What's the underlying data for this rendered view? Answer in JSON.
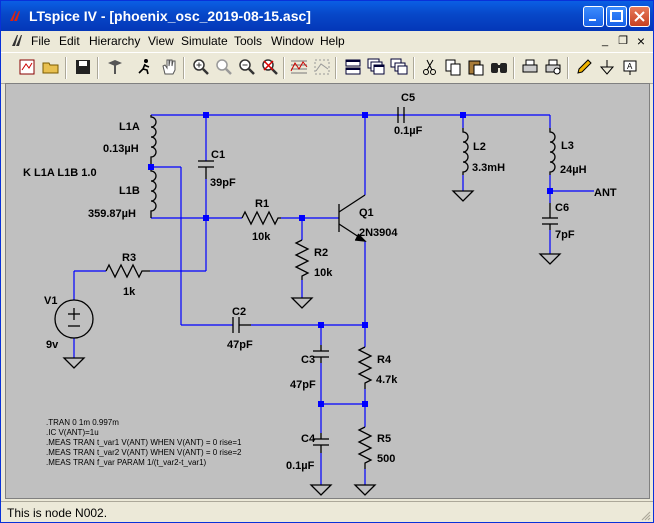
{
  "window": {
    "title": "LTspice IV - [phoenix_osc_2019-08-15.asc]"
  },
  "menu": [
    "File",
    "Edit",
    "Hierarchy",
    "View",
    "Simulate",
    "Tools",
    "Window",
    "Help"
  ],
  "mdi": {
    "minimize": "_",
    "restore": "❐",
    "close": "×"
  },
  "toolbar_icons": [
    "new-schematic-icon",
    "open-icon",
    "save-icon",
    "control-panel-icon",
    "run-icon",
    "pan-icon",
    "zoom-in-icon",
    "zoom-area-icon",
    "zoom-out-icon",
    "zoom-cancel-icon",
    "waveform-icon",
    "waveform-autoscale-icon",
    "tile-horizontal-icon",
    "cascade-icon",
    "tile-vertical-icon",
    "cut-icon",
    "copy-icon",
    "paste-icon",
    "find-icon",
    "print-icon",
    "print-preview-icon",
    "pencil-icon",
    "ground-icon",
    "label-icon"
  ],
  "schematic": {
    "labels": {
      "L1A": "L1A",
      "L1A_val": "0.13µH",
      "K": "K L1A L1B 1.0",
      "L1B": "L1B",
      "L1B_val": "359.87µH",
      "C1": "C1",
      "C1_val": "39pF",
      "C5": "C5",
      "C5_val": "0.1µF",
      "L2": "L2",
      "L2_val": "3.3mH",
      "L3": "L3",
      "L3_val": "24µH",
      "ANT": "ANT",
      "C6": "C6",
      "C6_val": "7pF",
      "R1": "R1",
      "R1_val": "10k",
      "Q1": "Q1",
      "Q1_val": "2N3904",
      "R2": "R2",
      "R2_val": "10k",
      "R3": "R3",
      "R3_val": "1k",
      "V1": "V1",
      "V1_val": "9v",
      "C2": "C2",
      "C2_val": "47pF",
      "C3": "C3",
      "C3_val": "47pF",
      "R4": "R4",
      "R4_val": "4.7k",
      "C4": "C4",
      "C4_val": "0.1µF",
      "R5": "R5",
      "R5_val": "500"
    },
    "directives": [
      ".TRAN 0 1m 0.997m",
      ".IC V(ANT)=1u",
      ".MEAS TRAN t_var1 V(ANT) WHEN V(ANT) = 0 rise=1",
      ".MEAS TRAN t_var2 V(ANT) WHEN V(ANT) = 0 rise=2",
      ".MEAS TRAN f_var PARAM 1/(t_var2-t_var1)"
    ]
  },
  "status": {
    "text": "This is node N002."
  },
  "colors": {
    "wire": "#0000ff",
    "junction": "#0000ff",
    "canvas": "#c0c0c0",
    "titlebar": "#0a5fe4"
  }
}
